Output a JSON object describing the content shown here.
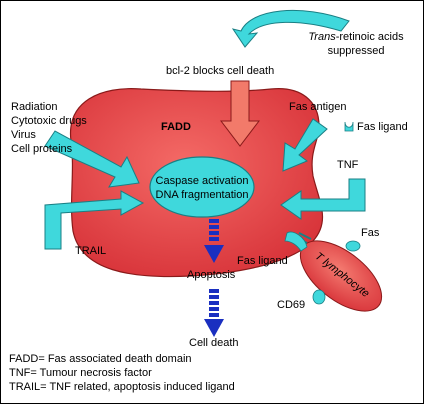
{
  "labels": {
    "trans_prefix": "Trans",
    "trans_rest": "-retinoic acids",
    "suppressed": "suppressed",
    "bcl2": "bcl-2 blocks cell death",
    "radiation": "Radiation",
    "cytotoxic": "Cytotoxic drugs",
    "virus": "Virus",
    "cell_proteins": "Cell proteins",
    "fadd": "FADD",
    "fas_antigen": "Fas antigen",
    "fas_ligand_top": "Fas ligand",
    "tnf": "TNF",
    "caspase": "Caspase activation",
    "dna": "DNA fragmentation",
    "trail": "TRAIL",
    "fas": "Fas",
    "fas_ligand_bottom": "Fas ligand",
    "t_lymphocyte": "T lymphocyte",
    "cd69": "CD69",
    "apoptosis": "Apoptosis",
    "cell_death": "Cell death"
  },
  "legend": [
    "FADD= Fas associated death domain",
    "TNF= Tumour necrosis factor",
    "TRAIL= TNF related, apoptosis induced ligand"
  ],
  "colors": {
    "cell_fill": "#e8474a",
    "cell_stroke": "#8a1a1a",
    "cyan": "#3fd8dc",
    "cyan_stroke": "#1a7f84",
    "salmon": "#f27a6a",
    "blue_arrow": "#1a2fc0"
  }
}
